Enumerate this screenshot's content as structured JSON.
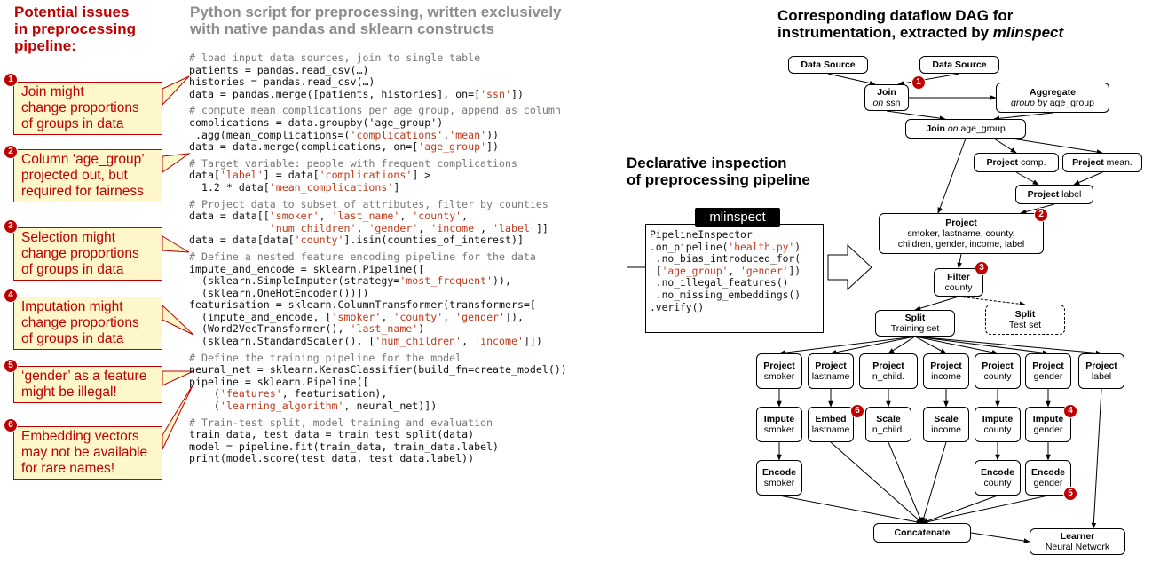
{
  "left_panel": {
    "title_lines": [
      "Potential issues",
      "in preprocessing",
      "pipeline:"
    ],
    "callouts": [
      {
        "num": "1",
        "lines": [
          "Join might",
          "change proportions",
          "of groups in data"
        ]
      },
      {
        "num": "2",
        "lines": [
          "Column ‘age_group’",
          "projected out, but",
          "required for fairness"
        ]
      },
      {
        "num": "3",
        "lines": [
          "Selection might",
          "change proportions",
          "of groups in data"
        ]
      },
      {
        "num": "4",
        "lines": [
          "Imputation might",
          "change proportions",
          "of groups in data"
        ]
      },
      {
        "num": "5",
        "lines": [
          "‘gender’ as a feature",
          "might be illegal!"
        ]
      },
      {
        "num": "6",
        "lines": [
          "Embedding vectors",
          "may not be available",
          "for rare names!"
        ]
      }
    ]
  },
  "code_panel": {
    "title_lines": [
      "Python script for preprocessing, written exclusively",
      "with native pandas and sklearn constructs"
    ],
    "blocks": [
      [
        [
          {
            "t": "# load input data sources, join to single table",
            "k": "c"
          }
        ],
        [
          {
            "t": "patients = pandas.read_csv(…)"
          }
        ],
        [
          {
            "t": "histories = pandas.read_csv(…)"
          }
        ],
        [
          {
            "t": "data = pandas.merge([patients, histories], on=["
          },
          {
            "t": "'ssn'",
            "k": "s"
          },
          {
            "t": "])"
          }
        ]
      ],
      [
        [
          {
            "t": "# compute mean complications per age group, append as column",
            "k": "c"
          }
        ],
        [
          {
            "t": "complications = data.groupby('age_group')"
          }
        ],
        [
          {
            "t": " .agg(mean_complications=("
          },
          {
            "t": "'complications'",
            "k": "s"
          },
          {
            "t": ","
          },
          {
            "t": "'mean'",
            "k": "s"
          },
          {
            "t": "))"
          }
        ],
        [
          {
            "t": "data = data.merge(complications, on=["
          },
          {
            "t": "'age_group'",
            "k": "s"
          },
          {
            "t": "])"
          }
        ]
      ],
      [
        [
          {
            "t": "# Target variable: people with frequent complications",
            "k": "c"
          }
        ],
        [
          {
            "t": "data["
          },
          {
            "t": "'label'",
            "k": "s"
          },
          {
            "t": "] = data["
          },
          {
            "t": "'complications'",
            "k": "s"
          },
          {
            "t": "] >"
          }
        ],
        [
          {
            "t": "  1.2 * data["
          },
          {
            "t": "'mean_complications'",
            "k": "s"
          },
          {
            "t": "]"
          }
        ]
      ],
      [
        [
          {
            "t": "# Project data to subset of attributes, filter by counties",
            "k": "c"
          }
        ],
        [
          {
            "t": "data = data[["
          },
          {
            "t": "'smoker'",
            "k": "s"
          },
          {
            "t": ", "
          },
          {
            "t": "'last_name'",
            "k": "s"
          },
          {
            "t": ", "
          },
          {
            "t": "'county'",
            "k": "s"
          },
          {
            "t": ","
          }
        ],
        [
          {
            "t": "             "
          },
          {
            "t": "'num_children'",
            "k": "s"
          },
          {
            "t": ", "
          },
          {
            "t": "'gender'",
            "k": "s"
          },
          {
            "t": ", "
          },
          {
            "t": "'income'",
            "k": "s"
          },
          {
            "t": ", "
          },
          {
            "t": "'label'",
            "k": "s"
          },
          {
            "t": "]]"
          }
        ],
        [
          {
            "t": "data = data[data["
          },
          {
            "t": "'county'",
            "k": "s"
          },
          {
            "t": "].isin(counties_of_interest)]"
          }
        ]
      ],
      [
        [
          {
            "t": "# Define a nested feature encoding pipeline for the data",
            "k": "c"
          }
        ],
        [
          {
            "t": "impute_and_encode = sklearn.Pipeline(["
          }
        ],
        [
          {
            "t": "  (sklearn.SimpleImputer(strategy="
          },
          {
            "t": "'most_frequent'",
            "k": "s"
          },
          {
            "t": ")),"
          }
        ],
        [
          {
            "t": "  (sklearn.OneHotEncoder())])"
          }
        ],
        [
          {
            "t": "featurisation = sklearn.ColumnTransformer(transformers=["
          }
        ],
        [
          {
            "t": "  (impute_and_encode, ["
          },
          {
            "t": "'smoker'",
            "k": "s"
          },
          {
            "t": ", "
          },
          {
            "t": "'county'",
            "k": "s"
          },
          {
            "t": ", "
          },
          {
            "t": "'gender'",
            "k": "s"
          },
          {
            "t": "]),"
          }
        ],
        [
          {
            "t": "  (Word2VecTransformer(), "
          },
          {
            "t": "'last_name'",
            "k": "s"
          },
          {
            "t": ")"
          }
        ],
        [
          {
            "t": "  (sklearn.StandardScaler(), ["
          },
          {
            "t": "'num_children'",
            "k": "s"
          },
          {
            "t": ", "
          },
          {
            "t": "'income'",
            "k": "s"
          },
          {
            "t": "]])"
          }
        ]
      ],
      [
        [
          {
            "t": "# Define the training pipeline for the model",
            "k": "c"
          }
        ],
        [
          {
            "t": "neural_net = sklearn.KerasClassifier(build_fn=create_model())"
          }
        ],
        [
          {
            "t": "pipeline = sklearn.Pipeline(["
          }
        ],
        [
          {
            "t": "    ("
          },
          {
            "t": "'features'",
            "k": "s"
          },
          {
            "t": ", featurisation),"
          }
        ],
        [
          {
            "t": "    ("
          },
          {
            "t": "'learning_algorithm'",
            "k": "s"
          },
          {
            "t": ", neural_net)])"
          }
        ]
      ],
      [
        [
          {
            "t": "# Train-test split, model training and evaluation",
            "k": "c"
          }
        ],
        [
          {
            "t": "train_data, test_data = train_test_split(data)"
          }
        ],
        [
          {
            "t": "model = pipeline.fit(train_data, train_data.label)"
          }
        ],
        [
          {
            "t": "print(model.score(test_data, test_data.label))"
          }
        ]
      ]
    ]
  },
  "inspection": {
    "title_lines": [
      "Declarative inspection",
      "of preprocessing pipeline"
    ],
    "tab": "mlinspect",
    "lines": [
      [
        {
          "t": "PipelineInspector"
        }
      ],
      [
        {
          "t": ".on_pipeline("
        },
        {
          "t": "'health.py'",
          "k": "s"
        },
        {
          "t": ")"
        }
      ],
      [
        {
          "t": " .no_bias_introduced_for("
        }
      ],
      [
        {
          "t": " ["
        },
        {
          "t": "'age_group'",
          "k": "s"
        },
        {
          "t": ", "
        },
        {
          "t": "'gender'",
          "k": "s"
        },
        {
          "t": "])"
        }
      ],
      [
        {
          "t": " .no_illegal_features()"
        }
      ],
      [
        {
          "t": " .no_missing_embeddings()"
        }
      ],
      [
        {
          "t": ".verify()"
        }
      ]
    ]
  },
  "dag": {
    "title_lines": [
      "Corresponding dataflow DAG for",
      "instrumentation, extracted by "
    ],
    "title_italic": "mlinspect",
    "nodes": {
      "ds1": {
        "b": "Data Source"
      },
      "ds2": {
        "b": "Data Source"
      },
      "join1": {
        "b": "Join",
        "l2": "on ssn",
        "l2_italic_prefix": "on",
        "l2_rest": " ssn"
      },
      "agg": {
        "b": "Aggregate",
        "l2_italic_prefix": "group by",
        "l2_rest": " age_group"
      },
      "join2": {
        "b": "Join",
        "rest_italic": "on",
        "rest": " age_group"
      },
      "projcomp": {
        "b": "Project",
        "rest": " comp."
      },
      "projmean": {
        "b": "Project",
        "rest": " mean."
      },
      "projlabel1": {
        "b": "Project",
        "rest": " label"
      },
      "projmain": {
        "b": "Project",
        "lines": [
          "smoker, lastname, county,",
          "children, gender, income, label"
        ]
      },
      "filter": {
        "b": "Filter",
        "sub": "county"
      },
      "split1": {
        "b": "Split",
        "sub": "Training set"
      },
      "split2": {
        "b": "Split",
        "sub": "Test set"
      },
      "p_smoker": {
        "b": "Project",
        "sub": "smoker"
      },
      "p_lastname": {
        "b": "Project",
        "sub": "lastname"
      },
      "p_nchild": {
        "b": "Project",
        "sub": "n_child."
      },
      "p_income": {
        "b": "Project",
        "sub": "income"
      },
      "p_county": {
        "b": "Project",
        "sub": "county"
      },
      "p_gender": {
        "b": "Project",
        "sub": "gender"
      },
      "p_label": {
        "b": "Project",
        "sub": "label"
      },
      "i_smoker": {
        "b": "Impute",
        "sub": "smoker"
      },
      "e_lastname": {
        "b": "Embed",
        "sub": "lastname"
      },
      "s_nchild": {
        "b": "Scale",
        "sub": "n_child."
      },
      "s_income": {
        "b": "Scale",
        "sub": "income"
      },
      "i_county": {
        "b": "Impute",
        "sub": "county"
      },
      "i_gender": {
        "b": "Impute",
        "sub": "gender"
      },
      "en_smoker": {
        "b": "Encode",
        "sub": "smoker"
      },
      "en_county": {
        "b": "Encode",
        "sub": "county"
      },
      "en_gender": {
        "b": "Encode",
        "sub": "gender"
      },
      "concat": {
        "b": "Concatenate"
      },
      "learner": {
        "b": "Learner",
        "sub": "Neural Network"
      }
    },
    "badges": [
      "1",
      "2",
      "3",
      "4",
      "5",
      "6"
    ]
  },
  "colors": {
    "accent_red": "#c00000",
    "callout_fill": "#fdf7c9",
    "string_literal": "#c0391b",
    "comment": "#777777",
    "heading_gray": "#8c8c8c"
  }
}
